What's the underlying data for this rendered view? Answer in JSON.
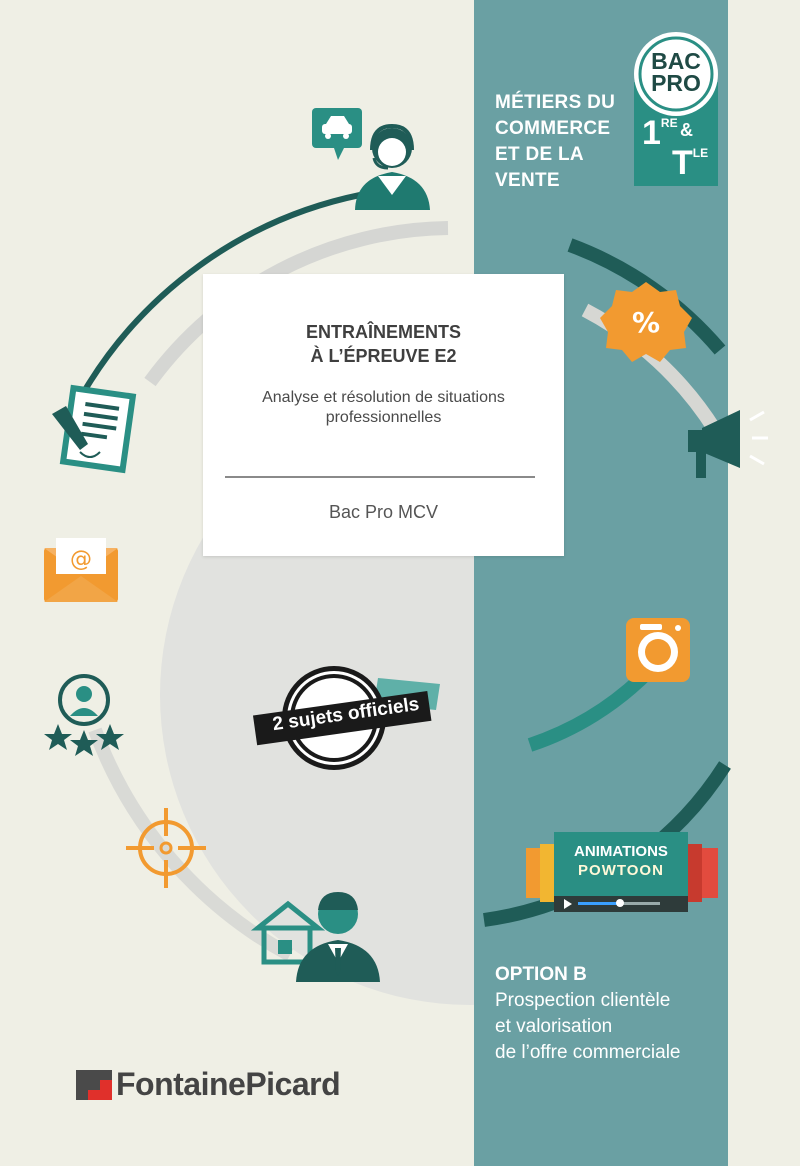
{
  "series": {
    "title_lines": [
      "MÉTIERS DU",
      "COMMERCE",
      "ET DE LA",
      "VENTE"
    ],
    "badge_lines": [
      "BAC",
      "PRO"
    ],
    "level_first": "1",
    "level_first_sup": "RE",
    "level_amp": "&",
    "level_second": "T",
    "level_second_sup": "LE"
  },
  "card": {
    "title_lines": [
      "ENTRAÎNEMENTS",
      "À L’ÉPREUVE E2"
    ],
    "subtitle_lines": [
      "Analyse et résolution de situations",
      "professionnelles"
    ],
    "footer": "Bac Pro MCV"
  },
  "stamp": {
    "label": "2 sujets officiels"
  },
  "animations": {
    "line1": "ANIMATIONS",
    "line2": "POWTOON"
  },
  "option": {
    "title": "OPTION B",
    "lines": [
      "Prospection clientèle",
      "et valorisation",
      "de l’offre commerciale"
    ]
  },
  "publisher": {
    "name": "FontainePicard"
  },
  "colors": {
    "background": "#efefe5",
    "band": "#6aa0a3",
    "dark_teal": "#1f5c57",
    "accent_teal": "#2a8f84",
    "orange": "#f29a30",
    "grey_arc": "#d5d6d3"
  },
  "icons": [
    "car-chat-icon",
    "operator-icon",
    "contract-pen-icon",
    "email-icon",
    "rating-user-icon",
    "target-icon",
    "house-agent-icon",
    "percent-icon",
    "megaphone-icon",
    "camera-icon",
    "video-player-icon"
  ]
}
